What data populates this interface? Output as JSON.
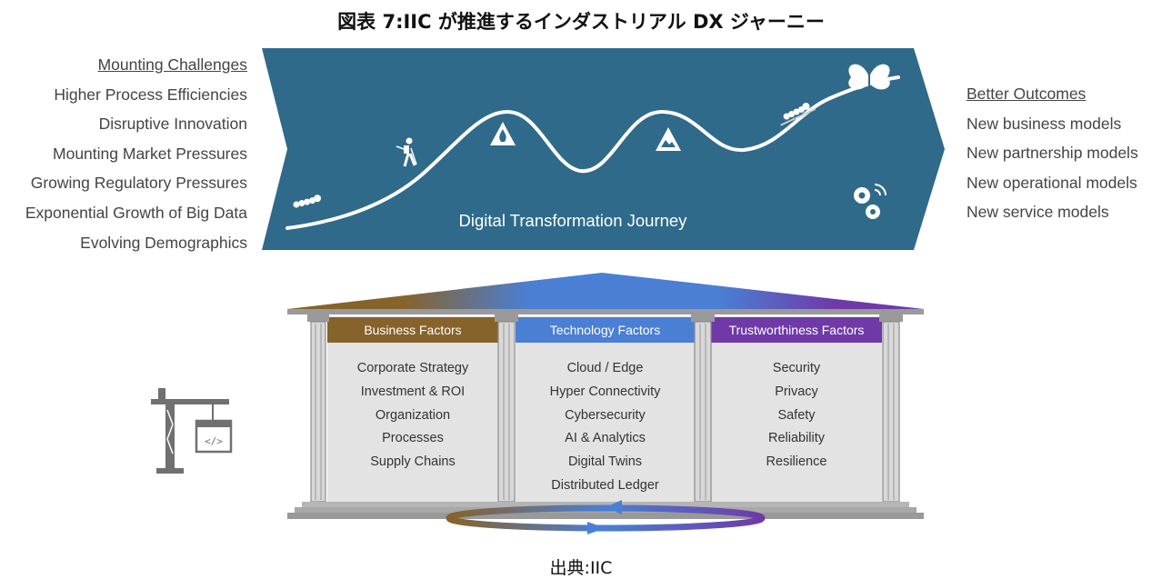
{
  "title": "図表 7:IIC が推進するインダストリアル DX ジャーニー",
  "challenges": {
    "heading": "Mounting Challenges",
    "items": [
      "Higher Process Efficiencies",
      "Disruptive Innovation",
      "Mounting Market Pressures",
      "Growing Regulatory Pressures",
      "Exponential Growth of Big Data",
      "Evolving Demographics"
    ]
  },
  "outcomes": {
    "heading": "Better Outcomes",
    "items": [
      "New business models",
      "New partnership models",
      "New operational models",
      "New service models"
    ]
  },
  "journey": {
    "label": "Digital Transformation Journey"
  },
  "pillars": [
    {
      "heading": "Business Factors",
      "items": [
        "Corporate Strategy",
        "Investment & ROI",
        "Organization",
        "Processes",
        "Supply Chains"
      ]
    },
    {
      "heading": "Technology Factors",
      "items": [
        "Cloud / Edge",
        "Hyper Connectivity",
        "Cybersecurity",
        "AI & Analytics",
        "Digital Twins",
        "Distributed Ledger"
      ]
    },
    {
      "heading": "Trustworthiness Factors",
      "items": [
        "Security",
        "Privacy",
        "Safety",
        "Reliability",
        "Resilience"
      ]
    }
  ],
  "colors": {
    "banner": "#2f6a8a",
    "business": "#86632a",
    "technology": "#4a7fd4",
    "trust": "#6f3aa8"
  },
  "icons": [
    "caterpillar-icon",
    "hiker-icon",
    "hazard-sign-icon",
    "butterfly-icon",
    "gears-icon",
    "crane-icon",
    "code-window-icon",
    "cycle-arrows-icon"
  ],
  "source": "出典:IIC"
}
